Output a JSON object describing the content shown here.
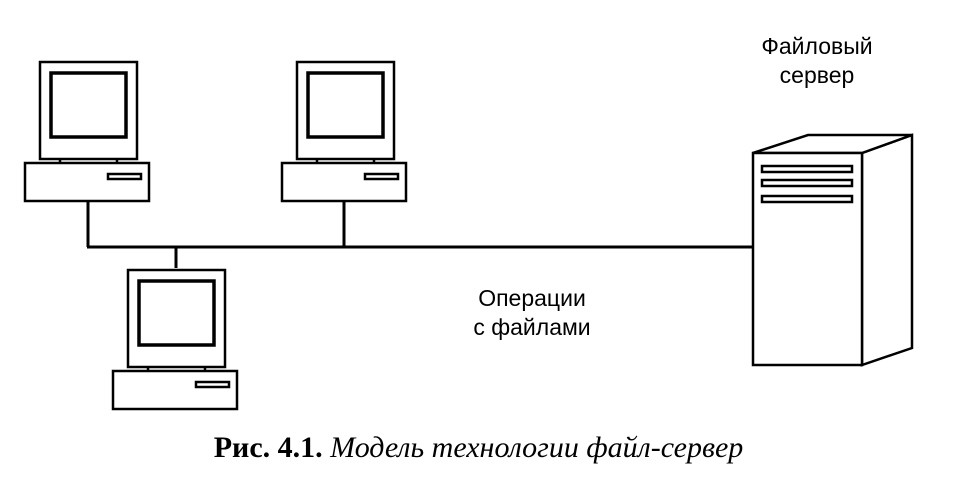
{
  "diagram": {
    "server_label_line1": "Файловый",
    "server_label_line2": "сервер",
    "network_label_line1": "Операции",
    "network_label_line2": "с файлами",
    "nodes": [
      {
        "kind": "workstation",
        "icon": "desktop-computer-icon"
      },
      {
        "kind": "workstation",
        "icon": "desktop-computer-icon"
      },
      {
        "kind": "workstation",
        "icon": "desktop-computer-icon"
      },
      {
        "kind": "server",
        "icon": "tower-server-icon"
      }
    ]
  },
  "caption": {
    "number": "Рис. 4.1.",
    "title": "Модель технологии файл-сервер"
  },
  "colors": {
    "stroke": "#000000",
    "background": "#ffffff"
  }
}
